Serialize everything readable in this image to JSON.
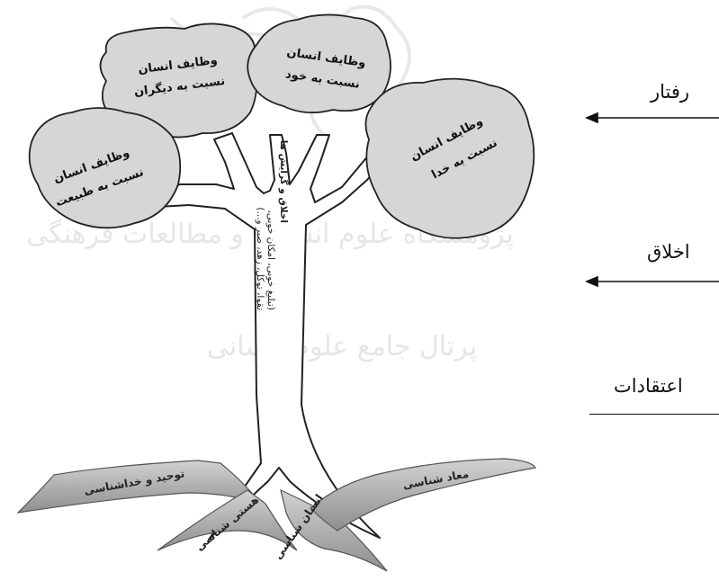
{
  "watermark": {
    "line1": "پژوهشگاه علوم انسانی و مطالعات فرهنگی",
    "line2": "پرتال جامع علوم انسانی"
  },
  "side_labels": {
    "behavior": "رفتار",
    "ethics": "اخلاق",
    "beliefs": "اعتقادات"
  },
  "clouds": {
    "others": {
      "line1": "وظایف انسان",
      "line2": "نسبت به دیگران"
    },
    "self": {
      "line1": "وظایف انسان",
      "line2": "نسبت به خود"
    },
    "god": {
      "line1": "وظایف انسان",
      "line2": "نسبت به خدا"
    },
    "nature": {
      "line1": "وظایف انسان",
      "line2": "نسبت به طبیعت"
    }
  },
  "trunk": {
    "main": "اخلاق و گرایش ها",
    "sub1": "(تبلیغ خوبی، امکان خوبی،",
    "sub2": "تقوا، توکل، زهد، صبر و...)"
  },
  "roots": {
    "tawhid": "توحید و خداشناسی",
    "ontology": "هستی شناسی",
    "anthropology": "انسان شناسی",
    "eschatology": "معاد شناسی"
  },
  "colors": {
    "cloud_fill": "#d6d6d6",
    "root_fill": "#b5b5b5",
    "line": "#222222",
    "watermark": "#e4e4e4"
  }
}
